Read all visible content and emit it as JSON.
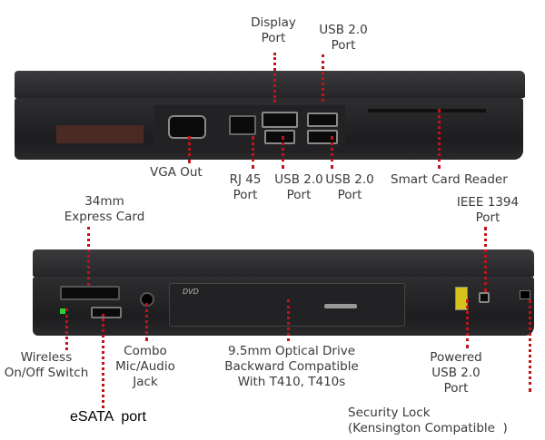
{
  "top_view": {
    "labels": {
      "display_port": "Display\nPort",
      "usb_top": "USB 2.0\nPort",
      "vga_out": "VGA Out",
      "rj45": "RJ 45\nPort",
      "usb_lower_1": "USB 2.0\nPort",
      "usb_lower_2": "USB 2.0\nPort",
      "smart_card_reader": "Smart Card Reader"
    }
  },
  "bottom_view": {
    "labels": {
      "express_card": "34mm\nExpress Card",
      "ieee1394": "IEEE 1394\nPort",
      "wireless_switch": "Wireless\nOn/Off Switch",
      "combo_jack": "Combo\nMic/Audio\nJack",
      "optical_drive": "9.5mm Optical Drive\nBackward Compatible\nWith T410, T410s",
      "powered_usb": "Powered\nUSB 2.0\nPort",
      "esata": "eSATA  port",
      "security_lock": "Security Lock\n(Kensington Compatible  )"
    },
    "drive_marking": "DVD",
    "leader_color": "#c0141a"
  }
}
